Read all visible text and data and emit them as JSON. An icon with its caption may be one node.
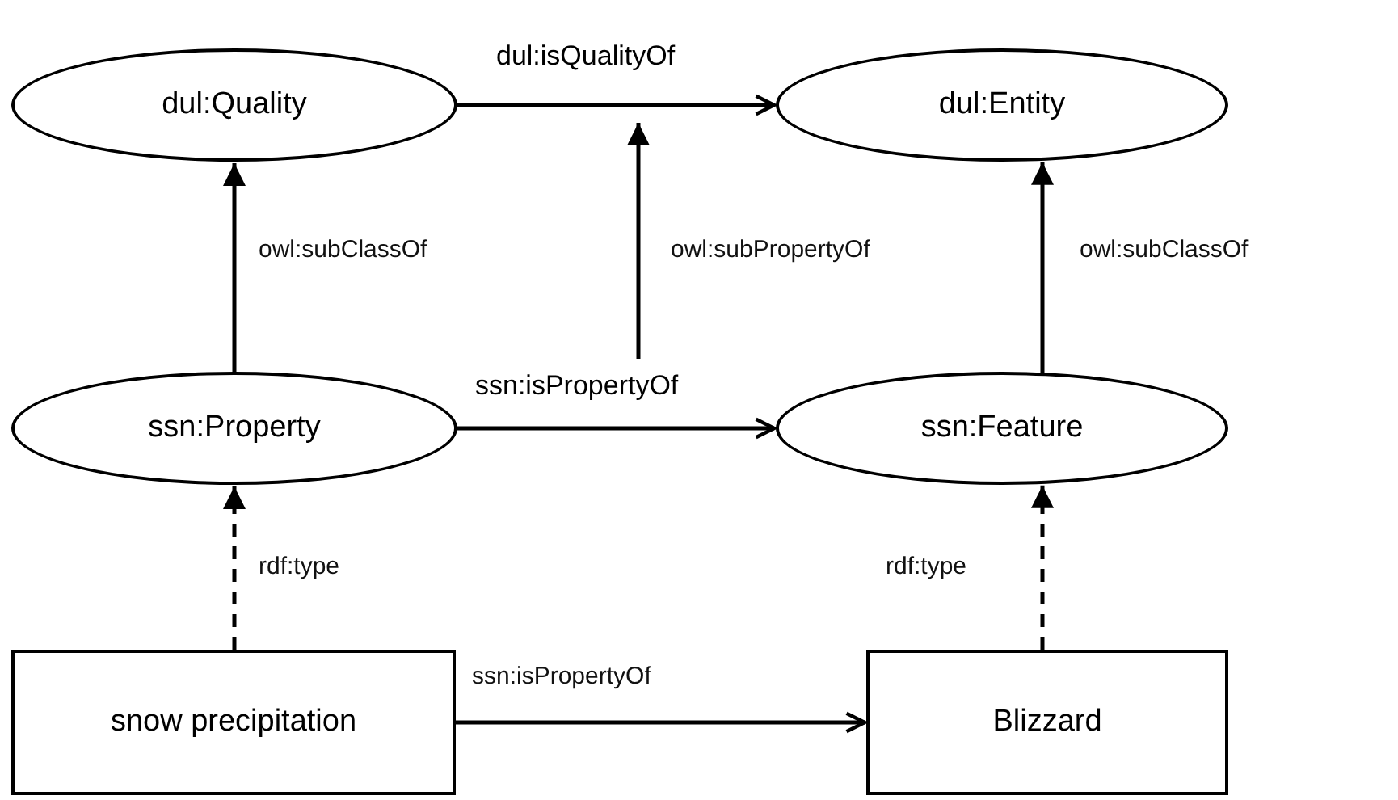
{
  "diagram": {
    "nodes": [
      {
        "text": [
          "dul:Quality"
        ]
      },
      {
        "text": [
          "dul:Entity"
        ]
      },
      {
        "text": [
          "ssn:Property"
        ]
      },
      {
        "text": [
          "ssn:Feature"
        ]
      },
      {
        "text": [
          "snow precipitation"
        ]
      },
      {
        "text": [
          "Blizzard"
        ]
      },
      {
        "text": [
          "dul:isQualityOf"
        ]
      },
      {
        "text": [
          "ssn:isPropertyOf"
        ]
      }
    ],
    "edges": [
      {
        "from": 0,
        "to": 1,
        "arrow": "to"
      },
      {
        "from": 2,
        "to": 0,
        "arrow": "to",
        "label": "owl:subClassOf"
      },
      {
        "from": 3,
        "to": 1,
        "arrow": "to",
        "label": "owl:subClassOf"
      },
      {
        "from": 2,
        "to": 3,
        "arrow": "to"
      },
      {
        "from": 4,
        "to": 2,
        "arrow": "to",
        "label": "rdf:type",
        "style": "dashed"
      },
      {
        "from": 5,
        "to": 3,
        "arrow": "to",
        "label": "rdf:type",
        "style": "dashed"
      },
      {
        "from": 7,
        "to": 6,
        "arrow": "to",
        "label": "owl:subPropertyOf"
      },
      {
        "from": 4,
        "to": 5,
        "arrow": "to",
        "label": "ssn:isPropertyOf"
      }
    ]
  }
}
